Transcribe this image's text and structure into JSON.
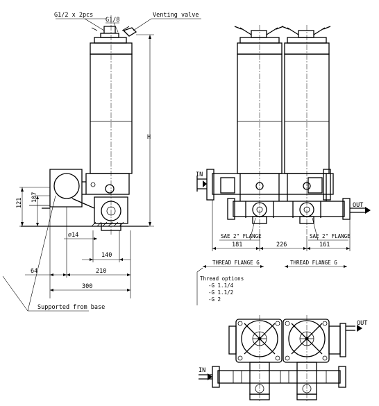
{
  "labels": {
    "ports": "G1/2 x 2pcs",
    "port_single": "G1/8",
    "venting_valve": "Venting valve",
    "height_symbol": "H",
    "dim_121": "121",
    "dim_107": "107",
    "dim_dia14": "⌀14",
    "dim_140": "140",
    "dim_64": "64",
    "dim_210": "210",
    "dim_300": "300",
    "supported_from_base": "Supported from base",
    "in_left": "IN",
    "out_right": "OUT",
    "flange_left": "SAE 2\" FLANGE",
    "flange_right": "SAE 2\" FLANGE",
    "dim_181": "181",
    "dim_226": "226",
    "dim_161": "161",
    "thread_left": "THREAD FLANGE G",
    "thread_right": "THREAD FLANGE G",
    "thread_options_title": "Thread options",
    "thread_options": [
      "-G 1.1/4",
      "-G 1.1/2",
      "-G 2"
    ],
    "out_bottom": "OUT",
    "in_bottom": "IN"
  }
}
